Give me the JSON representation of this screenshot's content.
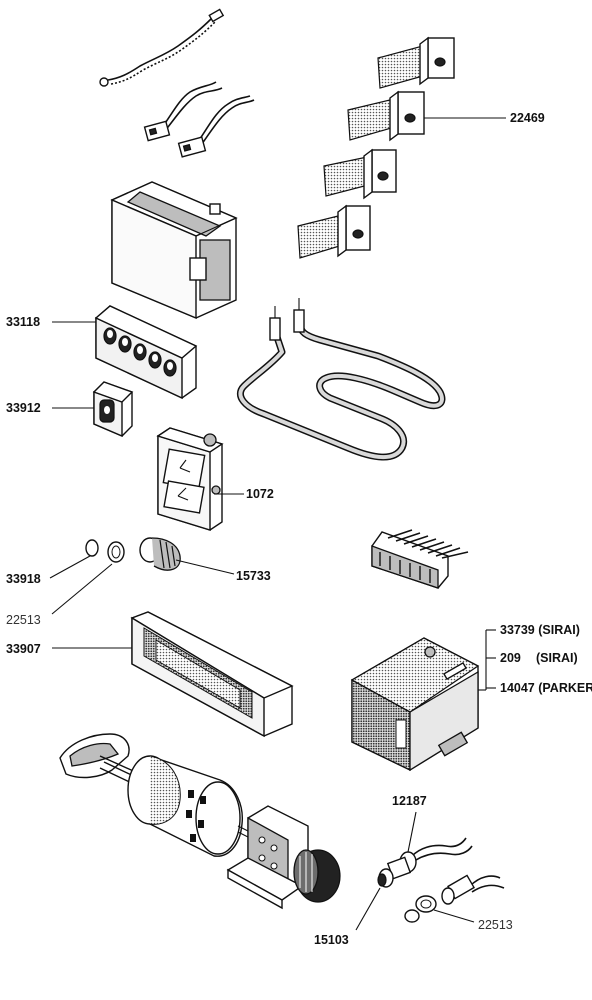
{
  "labels": {
    "p22469": "22469",
    "p33118": "33118",
    "p33912": "33912",
    "p1072": "1072",
    "p33918": "33918",
    "p22513a": "22513",
    "p15733": "15733",
    "p33907": "33907",
    "p33739": "33739 (SIRAI)",
    "p209": "209",
    "p209b": "(SIRAI)",
    "p14047": "14047 (PARKER)",
    "p12187": "12187",
    "p15103": "15103",
    "p22513b": "22513"
  }
}
